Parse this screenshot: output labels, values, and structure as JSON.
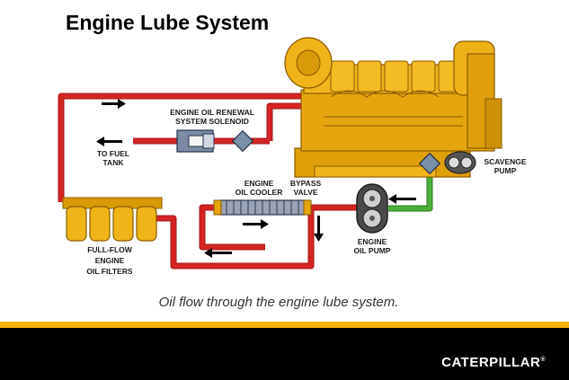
{
  "title": "Engine Lube System",
  "labels": {
    "renewal_1": "ENGINE OIL RENEWAL",
    "renewal_2": "SYSTEM SOLENOID",
    "fuel_1": "TO FUEL",
    "fuel_2": "TANK",
    "cooler_1": "ENGINE",
    "cooler_2": "OIL COOLER",
    "bypass_1": "BYPASS",
    "bypass_2": "VALVE",
    "scavenge_1": "SCAVENGE",
    "scavenge_2": "PUMP",
    "pump_1": "ENGINE",
    "pump_2": "OIL PUMP",
    "filters_1": "FULL-FLOW",
    "filters_2": "ENGINE",
    "filters_3": "OIL FILTERS"
  },
  "caption": "Oil flow through the engine lube system.",
  "brand": "CATERPILLAR",
  "brand_mark": "®",
  "colors": {
    "oil_line": "#cc1f1f",
    "scavenge_line": "#3f9a2f",
    "engine": "#e8a80c",
    "accent_stripe": "#f7b500",
    "footer": "#000000"
  }
}
